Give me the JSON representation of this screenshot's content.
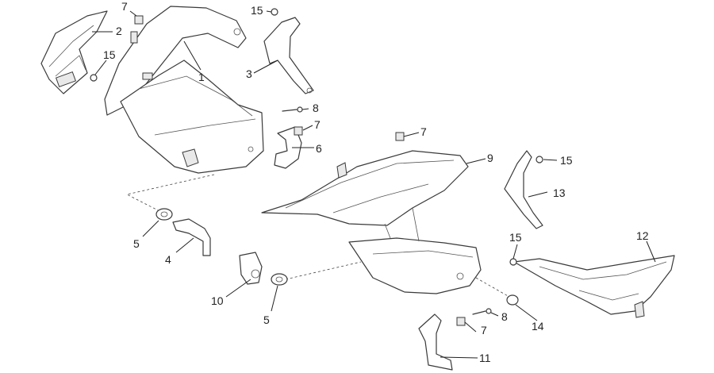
{
  "callouts": {
    "c1": "1",
    "c2": "2",
    "c3": "3",
    "c4": "4",
    "c5a": "5",
    "c5b": "5",
    "c6": "6",
    "c7a": "7",
    "c7b": "7",
    "c7c": "7",
    "c7d": "7",
    "c8a": "8",
    "c8b": "8",
    "c9": "9",
    "c10": "10",
    "c11": "11",
    "c12": "12",
    "c13": "13",
    "c14": "14",
    "c15a": "15",
    "c15b": "15",
    "c15c": "15",
    "c15d": "15"
  },
  "colors": {
    "line": "#3a3a3a",
    "shade": "#e9e9e9",
    "background": "#ffffff"
  }
}
